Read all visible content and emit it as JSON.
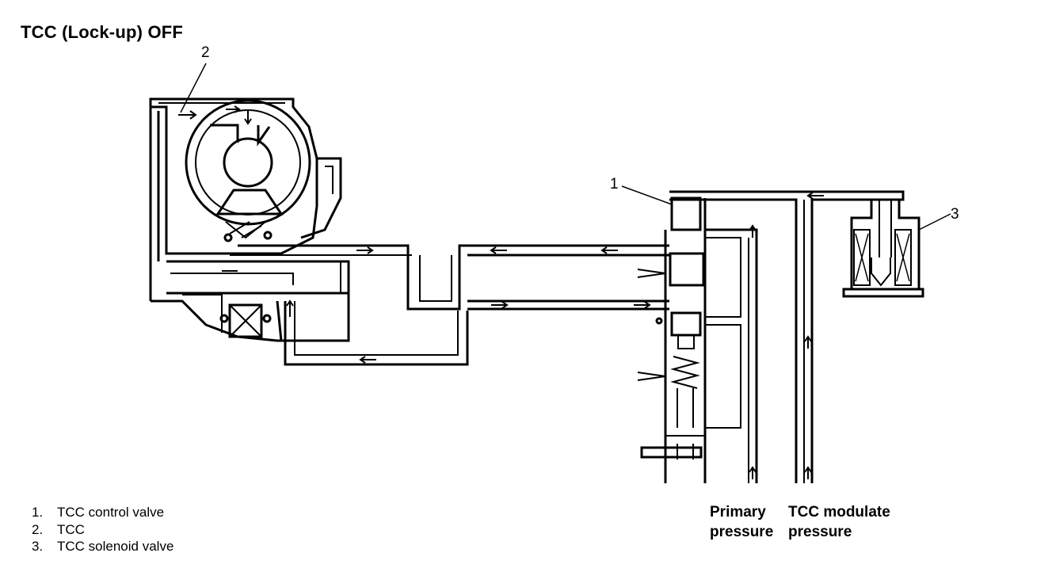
{
  "title": "TCC (Lock-up) OFF",
  "callouts": {
    "c1": "1",
    "c2": "2",
    "c3": "3"
  },
  "legend": [
    {
      "num": "1.",
      "label": "TCC control valve"
    },
    {
      "num": "2.",
      "label": "TCC"
    },
    {
      "num": "3.",
      "label": "TCC solenoid valve"
    }
  ],
  "pressure_labels": {
    "primary_line1": "Primary",
    "primary_line2": "pressure",
    "modulate_line1": "TCC modulate",
    "modulate_line2": "pressure"
  }
}
